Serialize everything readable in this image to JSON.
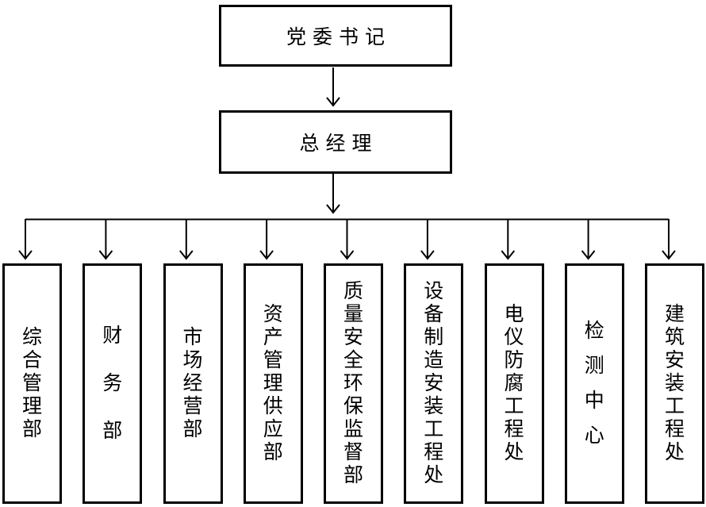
{
  "diagram": {
    "type": "organization-chart",
    "background_color": "#ffffff",
    "line_color": "#000000",
    "text_color": "#000000"
  },
  "nodes": {
    "secretary": {
      "label": "党委书记"
    },
    "general_manager": {
      "label": "总经理"
    },
    "departments": [
      {
        "label": "综合管理部"
      },
      {
        "label": "财务部"
      },
      {
        "label": "市场经营部"
      },
      {
        "label": "资产管理供应部"
      },
      {
        "label": "质量安全环保监督部"
      },
      {
        "label": "设备制造安装工程处"
      },
      {
        "label": "电仪防腐工程处"
      },
      {
        "label": "检测中心"
      },
      {
        "label": "建筑安装工程处"
      }
    ]
  },
  "edges": [
    {
      "from": "党委书记",
      "to": "总经理"
    },
    {
      "from": "总经理",
      "to": "综合管理部"
    },
    {
      "from": "总经理",
      "to": "财务部"
    },
    {
      "from": "总经理",
      "to": "市场经营部"
    },
    {
      "from": "总经理",
      "to": "资产管理供应部"
    },
    {
      "from": "总经理",
      "to": "质量安全环保监督部"
    },
    {
      "from": "总经理",
      "to": "设备制造安装工程处"
    },
    {
      "from": "总经理",
      "to": "电仪防腐工程处"
    },
    {
      "from": "总经理",
      "to": "检测中心"
    },
    {
      "from": "总经理",
      "to": "建筑安装工程处"
    }
  ]
}
